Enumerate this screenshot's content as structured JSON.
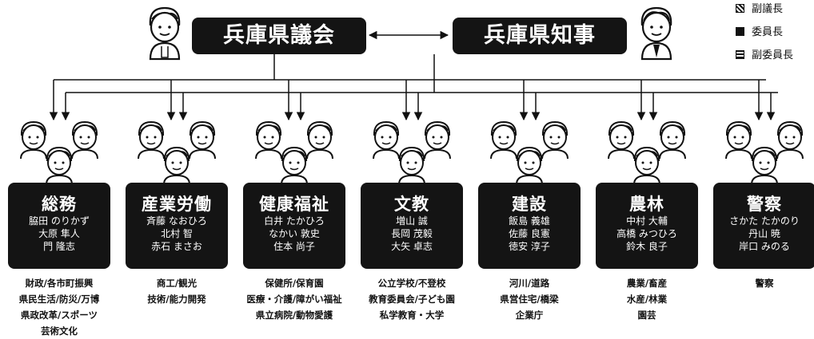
{
  "assembly": {
    "title": "兵庫県議会",
    "icon": "person-icon"
  },
  "governor": {
    "title": "兵庫県知事",
    "icon": "person-suit-icon"
  },
  "legend": [
    {
      "mark": "cross",
      "label": "副議長"
    },
    {
      "mark": "fill",
      "label": "委員長"
    },
    {
      "mark": "grid",
      "label": "副委員長"
    }
  ],
  "committees": [
    {
      "name": "総務",
      "members": [
        "脇田 のりかず",
        "大原 隼人",
        "門 隆志"
      ],
      "duties": [
        "財政/各市町振興",
        "県民生活/防災/万博",
        "県政改革/スポーツ",
        "芸術文化"
      ]
    },
    {
      "name": "産業労働",
      "members": [
        "斉藤 なおひろ",
        "北村 智",
        "赤石 まさお"
      ],
      "duties": [
        "商工/観光",
        "技術/能力開発"
      ]
    },
    {
      "name": "健康福祉",
      "members": [
        "白井 たかひろ",
        "なかい 敦史",
        "住本 尚子"
      ],
      "duties": [
        "保健所/保育園",
        "医療・介護/障がい福祉",
        "県立病院/動物愛護"
      ]
    },
    {
      "name": "文教",
      "members": [
        "増山 誠",
        "長岡 茂毅",
        "大矢 卓志"
      ],
      "duties": [
        "公立学校/不登校",
        "教育委員会/子ども園",
        "私学教育・大学"
      ]
    },
    {
      "name": "建設",
      "members": [
        "飯島 義雄",
        "佐藤 良憲",
        "徳安 淳子"
      ],
      "duties": [
        "河川/道路",
        "県営住宅/橋梁",
        "企業庁"
      ]
    },
    {
      "name": "農林",
      "members": [
        "中村 大輔",
        "高橋 みつひろ",
        "鈴木 良子"
      ],
      "duties": [
        "農業/畜産",
        "水産/林業",
        "園芸"
      ]
    },
    {
      "name": "警察",
      "members": [
        "さかた たかのり",
        "丹山 暁",
        "岸口 みのる"
      ],
      "duties": [
        "警察"
      ]
    }
  ]
}
